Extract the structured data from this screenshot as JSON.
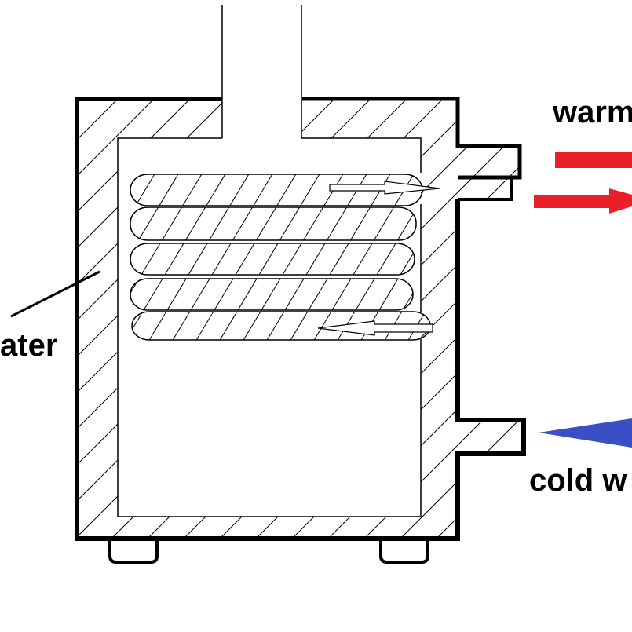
{
  "diagram": {
    "title": "Boiler with heat-exchanger coil (cross-section)",
    "labels": {
      "left_label": "ater",
      "warm_label": "warm",
      "cold_label": "cold w"
    },
    "colors": {
      "warm_arrow": "#e8202a",
      "cold_arrow": "#3a4fc4",
      "outline": "#000000",
      "background": "#ffffff"
    },
    "coil": {
      "turns": 5
    },
    "components": [
      "flue-pipe",
      "boiler-body",
      "water-jacket",
      "heat-exchanger-coil",
      "warm-water-outlet",
      "cold-water-inlet",
      "feet"
    ]
  }
}
